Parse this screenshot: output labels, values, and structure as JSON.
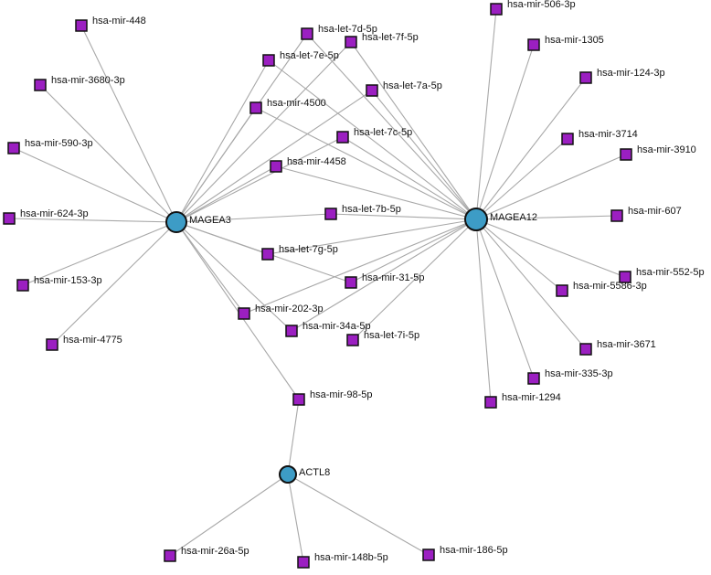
{
  "network": {
    "hubs": [
      {
        "id": "MAGEA3",
        "label": "MAGEA3"
      },
      {
        "id": "MAGEA12",
        "label": "MAGEA12"
      },
      {
        "id": "ACTL8",
        "label": "ACTL8"
      }
    ],
    "mirnas": [
      {
        "id": "hsa-mir-448",
        "label": "hsa-mir-448"
      },
      {
        "id": "hsa-mir-3680-3p",
        "label": "hsa-mir-3680-3p"
      },
      {
        "id": "hsa-mir-590-3p",
        "label": "hsa-mir-590-3p"
      },
      {
        "id": "hsa-mir-624-3p",
        "label": "hsa-mir-624-3p"
      },
      {
        "id": "hsa-mir-153-3p",
        "label": "hsa-mir-153-3p"
      },
      {
        "id": "hsa-mir-4775",
        "label": "hsa-mir-4775"
      },
      {
        "id": "hsa-let-7d-5p",
        "label": "hsa-let-7d-5p"
      },
      {
        "id": "hsa-let-7f-5p",
        "label": "hsa-let-7f-5p"
      },
      {
        "id": "hsa-let-7e-5p",
        "label": "hsa-let-7e-5p"
      },
      {
        "id": "hsa-let-7a-5p",
        "label": "hsa-let-7a-5p"
      },
      {
        "id": "hsa-mir-4500",
        "label": "hsa-mir-4500"
      },
      {
        "id": "hsa-let-7c-5p",
        "label": "hsa-let-7c-5p"
      },
      {
        "id": "hsa-mir-4458",
        "label": "hsa-mir-4458"
      },
      {
        "id": "hsa-let-7b-5p",
        "label": "hsa-let-7b-5p"
      },
      {
        "id": "hsa-let-7g-5p",
        "label": "hsa-let-7g-5p"
      },
      {
        "id": "hsa-mir-31-5p",
        "label": "hsa-mir-31-5p"
      },
      {
        "id": "hsa-mir-202-3p",
        "label": "hsa-mir-202-3p"
      },
      {
        "id": "hsa-mir-34a-5p",
        "label": "hsa-mir-34a-5p"
      },
      {
        "id": "hsa-let-7i-5p",
        "label": "hsa-let-7i-5p"
      },
      {
        "id": "hsa-mir-98-5p",
        "label": "hsa-mir-98-5p"
      },
      {
        "id": "hsa-mir-506-3p",
        "label": "hsa-mir-506-3p"
      },
      {
        "id": "hsa-mir-1305",
        "label": "hsa-mir-1305"
      },
      {
        "id": "hsa-mir-124-3p",
        "label": "hsa-mir-124-3p"
      },
      {
        "id": "hsa-mir-3714",
        "label": "hsa-mir-3714"
      },
      {
        "id": "hsa-mir-3910",
        "label": "hsa-mir-3910"
      },
      {
        "id": "hsa-mir-607",
        "label": "hsa-mir-607"
      },
      {
        "id": "hsa-mir-552-5p",
        "label": "hsa-mir-552-5p"
      },
      {
        "id": "hsa-mir-5586-3p",
        "label": "hsa-mir-5586-3p"
      },
      {
        "id": "hsa-mir-3671",
        "label": "hsa-mir-3671"
      },
      {
        "id": "hsa-mir-335-3p",
        "label": "hsa-mir-335-3p"
      },
      {
        "id": "hsa-mir-1294",
        "label": "hsa-mir-1294"
      },
      {
        "id": "hsa-mir-26a-5p",
        "label": "hsa-mir-26a-5p"
      },
      {
        "id": "hsa-mir-148b-5p",
        "label": "hsa-mir-148b-5p"
      },
      {
        "id": "hsa-mir-186-5p",
        "label": "hsa-mir-186-5p"
      }
    ],
    "edges": [
      [
        "MAGEA3",
        "hsa-mir-448"
      ],
      [
        "MAGEA3",
        "hsa-mir-3680-3p"
      ],
      [
        "MAGEA3",
        "hsa-mir-590-3p"
      ],
      [
        "MAGEA3",
        "hsa-mir-624-3p"
      ],
      [
        "MAGEA3",
        "hsa-mir-153-3p"
      ],
      [
        "MAGEA3",
        "hsa-mir-4775"
      ],
      [
        "MAGEA3",
        "hsa-let-7d-5p"
      ],
      [
        "MAGEA3",
        "hsa-let-7f-5p"
      ],
      [
        "MAGEA3",
        "hsa-let-7e-5p"
      ],
      [
        "MAGEA3",
        "hsa-let-7a-5p"
      ],
      [
        "MAGEA3",
        "hsa-mir-4500"
      ],
      [
        "MAGEA3",
        "hsa-let-7c-5p"
      ],
      [
        "MAGEA3",
        "hsa-mir-4458"
      ],
      [
        "MAGEA3",
        "hsa-let-7b-5p"
      ],
      [
        "MAGEA3",
        "hsa-let-7g-5p"
      ],
      [
        "MAGEA3",
        "hsa-mir-31-5p"
      ],
      [
        "MAGEA3",
        "hsa-mir-202-3p"
      ],
      [
        "MAGEA3",
        "hsa-mir-34a-5p"
      ],
      [
        "MAGEA3",
        "hsa-mir-98-5p"
      ],
      [
        "MAGEA12",
        "hsa-let-7d-5p"
      ],
      [
        "MAGEA12",
        "hsa-let-7f-5p"
      ],
      [
        "MAGEA12",
        "hsa-let-7e-5p"
      ],
      [
        "MAGEA12",
        "hsa-let-7a-5p"
      ],
      [
        "MAGEA12",
        "hsa-mir-4500"
      ],
      [
        "MAGEA12",
        "hsa-let-7c-5p"
      ],
      [
        "MAGEA12",
        "hsa-mir-4458"
      ],
      [
        "MAGEA12",
        "hsa-let-7b-5p"
      ],
      [
        "MAGEA12",
        "hsa-let-7g-5p"
      ],
      [
        "MAGEA12",
        "hsa-mir-31-5p"
      ],
      [
        "MAGEA12",
        "hsa-mir-202-3p"
      ],
      [
        "MAGEA12",
        "hsa-mir-34a-5p"
      ],
      [
        "MAGEA12",
        "hsa-let-7i-5p"
      ],
      [
        "MAGEA12",
        "hsa-mir-506-3p"
      ],
      [
        "MAGEA12",
        "hsa-mir-1305"
      ],
      [
        "MAGEA12",
        "hsa-mir-124-3p"
      ],
      [
        "MAGEA12",
        "hsa-mir-3714"
      ],
      [
        "MAGEA12",
        "hsa-mir-3910"
      ],
      [
        "MAGEA12",
        "hsa-mir-607"
      ],
      [
        "MAGEA12",
        "hsa-mir-552-5p"
      ],
      [
        "MAGEA12",
        "hsa-mir-5586-3p"
      ],
      [
        "MAGEA12",
        "hsa-mir-3671"
      ],
      [
        "MAGEA12",
        "hsa-mir-335-3p"
      ],
      [
        "MAGEA12",
        "hsa-mir-1294"
      ],
      [
        "ACTL8",
        "hsa-mir-98-5p"
      ],
      [
        "ACTL8",
        "hsa-mir-26a-5p"
      ],
      [
        "ACTL8",
        "hsa-mir-148b-5p"
      ],
      [
        "ACTL8",
        "hsa-mir-186-5p"
      ]
    ]
  },
  "colors": {
    "hub_fill": "#3d9cc6",
    "mirna_fill": "#9b1fc1",
    "edge": "#a8a8a8",
    "outline": "#111111"
  }
}
